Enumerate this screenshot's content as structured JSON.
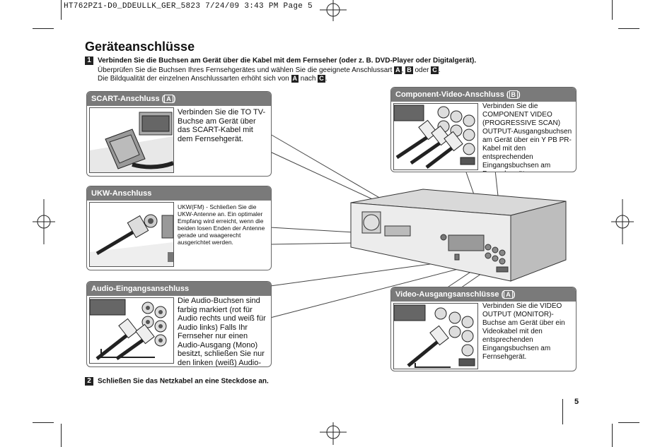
{
  "print_header": "HT762PZ1-D0_DDEULLK_GER_5823   7/24/09   3:43 PM   Page 5",
  "title": "Geräteanschlüsse",
  "step1": {
    "number": "1",
    "text": "Verbinden Sie die Buchsen am Gerät über die Kabel mit dem Fernseher (oder z. B. DVD-Player oder Digitalgerät)."
  },
  "intro": {
    "line1_a": "Überprüfen Sie die Buchsen Ihres Fernsehgerätes und wählen Sie die geeignete Anschlussart",
    "line1_b": ",",
    "line1_c": "oder",
    "line1_d": ".",
    "line2_a": "Die Bildqualität der einzelnen Anschlussarten erhöht sich von",
    "line2_b": "nach",
    "line2_c": ".",
    "label_a": "A",
    "label_b": "B",
    "label_c": "C"
  },
  "panels": {
    "scart": {
      "title": "SCART-Anschluss (",
      "label": "A",
      "title_end": ")",
      "text": "Verbinden Sie die TO TV-Buchse am Gerät über das SCART-Kabel mit dem Fernsehgerät."
    },
    "ukw": {
      "title": "UKW-Anschluss",
      "text": "UKW(FM) - Schließen Sie die UKW-Antenne an. Ein optimaler Empfang wird erreicht, wenn die beiden losen Enden der Antenne gerade und waagerecht ausgerichtet werden."
    },
    "audio": {
      "title": "Audio-Eingangsanschluss",
      "text": "Die Audio-Buchsen sind farbig markiert (rot für Audio rechts und weiß für Audio links) Falls Ihr Fernseher nur einen Audio-Ausgang (Mono) besitzt, schließen Sie nur den linken (weiß) Audio-Stecker am Gerät an."
    },
    "component": {
      "title": "Component-Video-Anschluss (",
      "label": "B",
      "title_end": ")",
      "text": "Verbinden Sie die COMPONENT VIDEO (PROGRESSIVE SCAN) OUTPUT-Ausgangsbuchsen am Gerät über ein Y PB PR-Kabel mit den entsprechenden Eingangsbuchsen am Fernsehgerät."
    },
    "video": {
      "title": "Video-Ausgangsanschlüsse (",
      "label": "A",
      "title_end": ")",
      "text": "Verbinden Sie die VIDEO OUTPUT (MONITOR)-Buchse am Gerät über ein Videokabel mit den entsprechenden Eingangsbuchsen am Fernsehgerät."
    }
  },
  "step2": {
    "number": "2",
    "text": "Schließen Sie das Netzkabel an eine Steckdose an."
  },
  "page_number": "5",
  "colors": {
    "panel_header": "#7a7a7a",
    "text": "#111111"
  }
}
